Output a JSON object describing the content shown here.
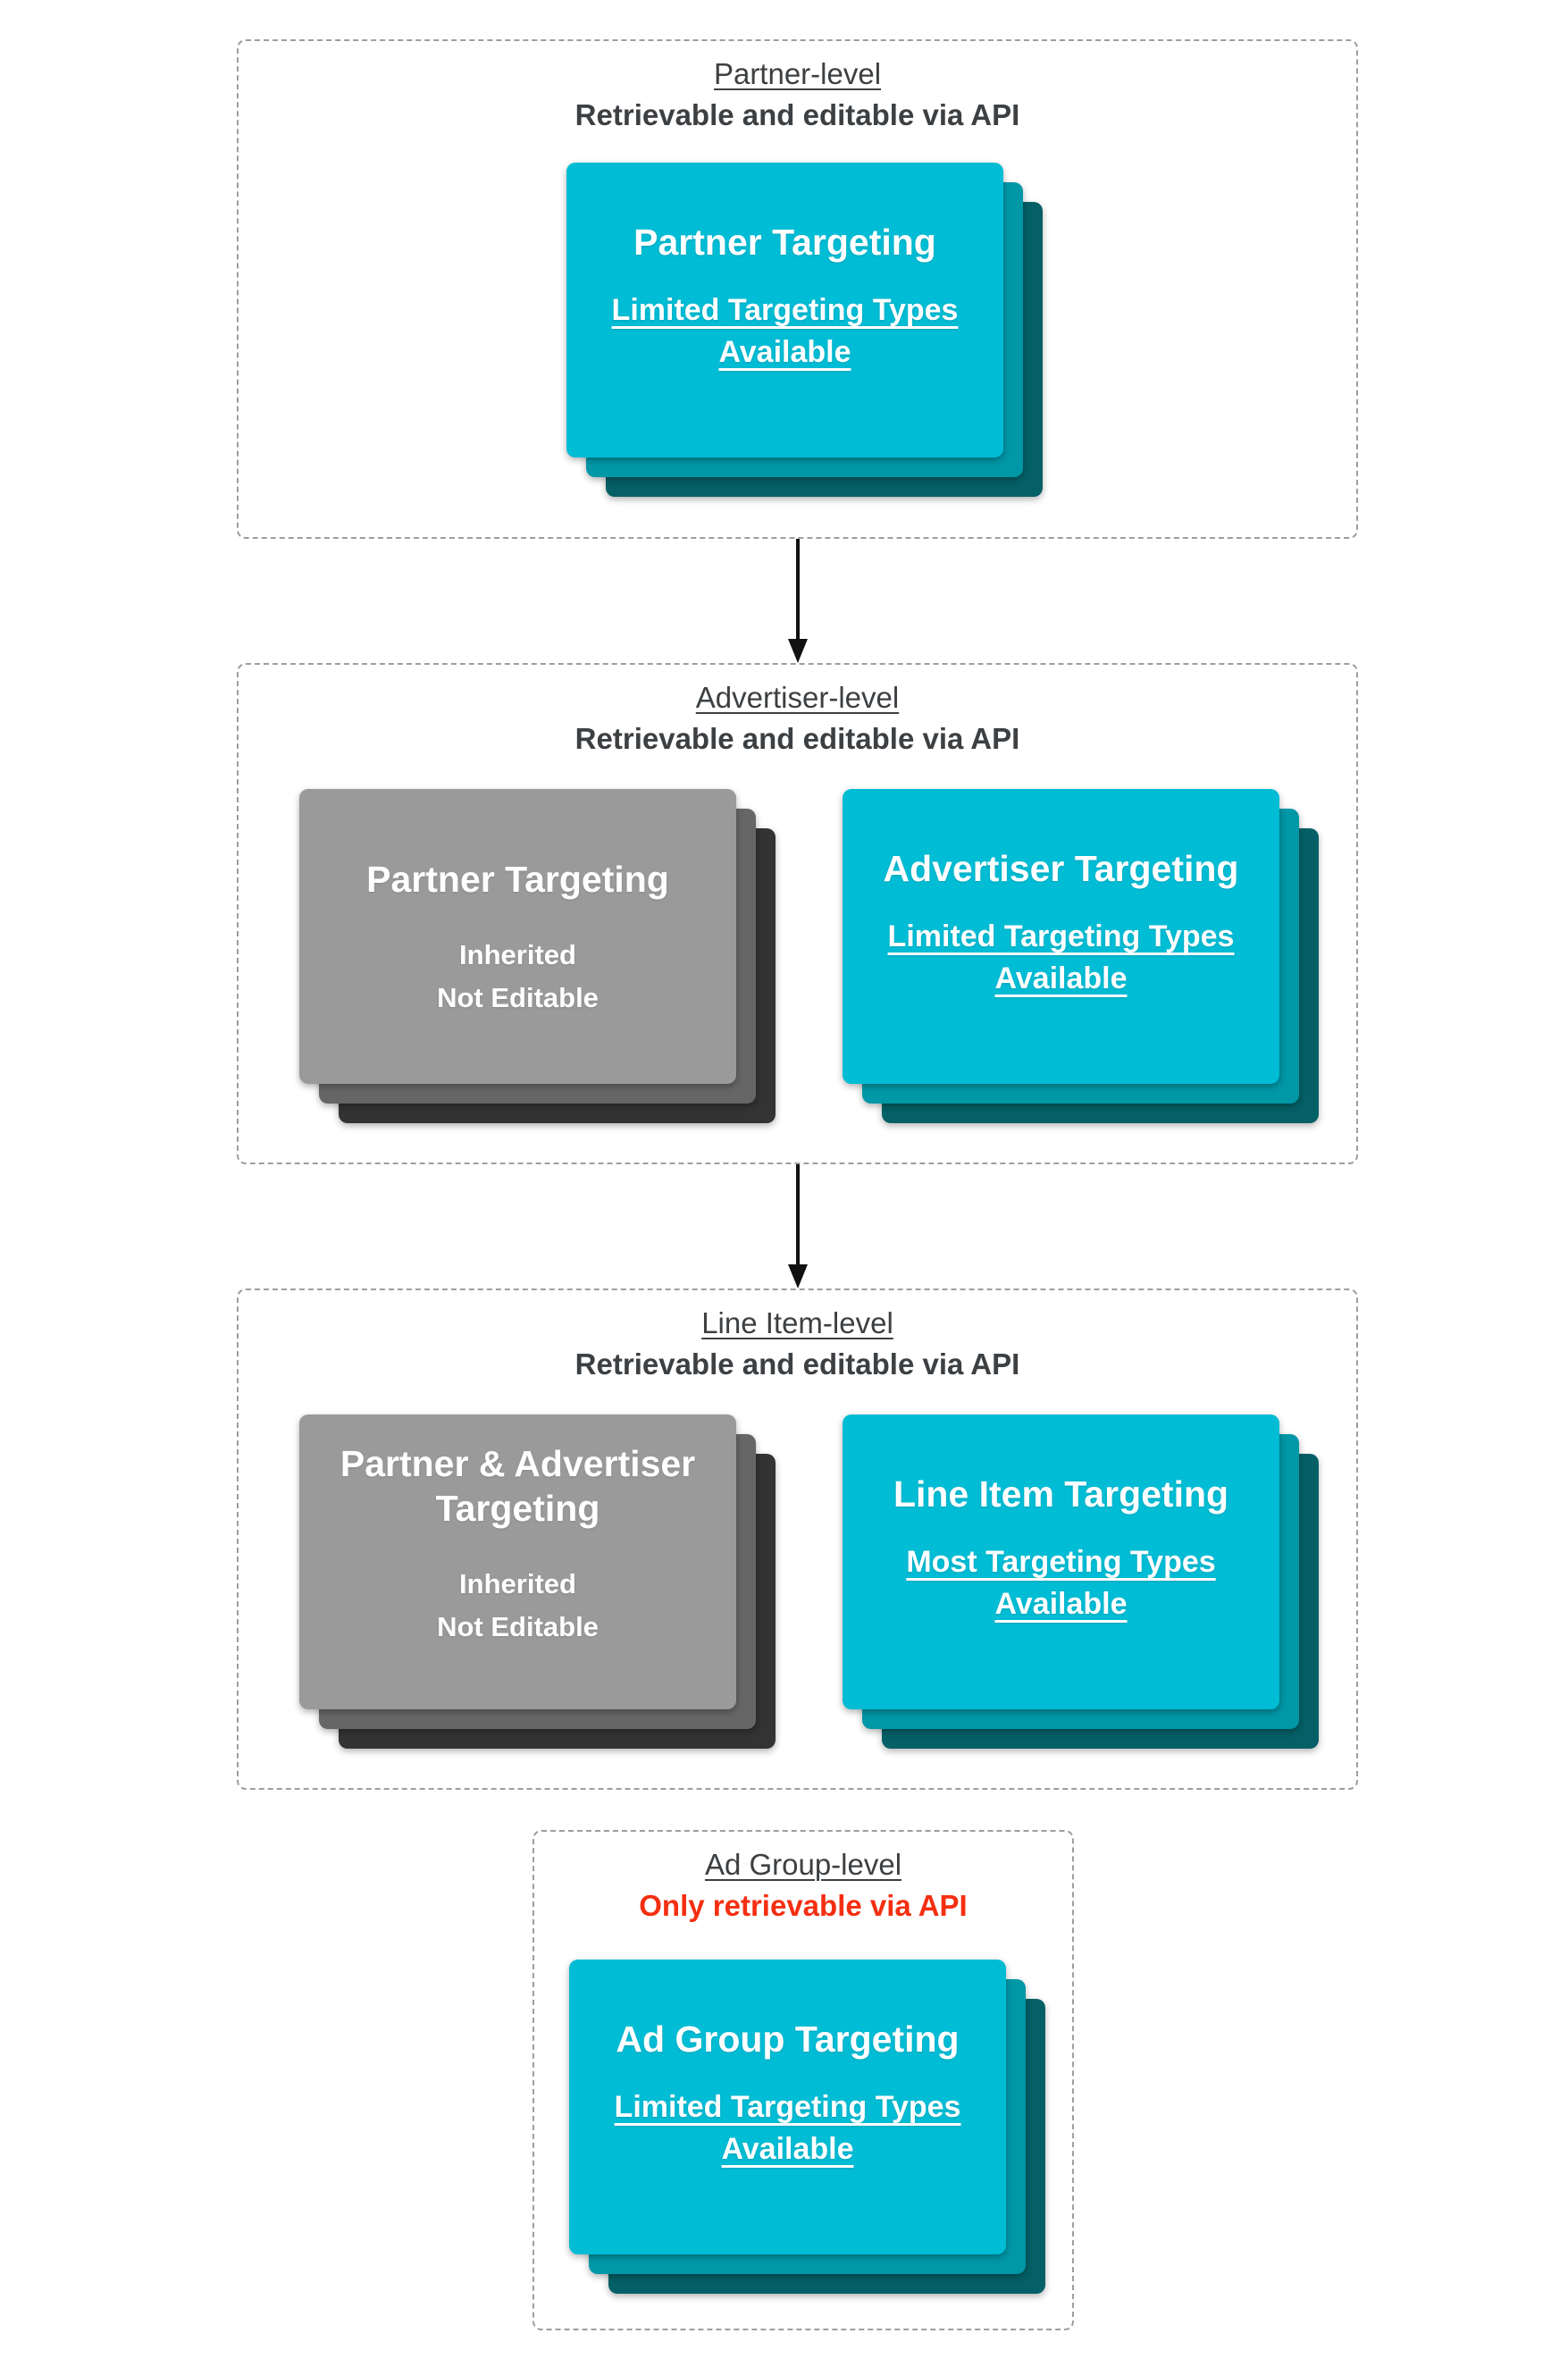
{
  "colors": {
    "card_cyan": "#00bcd4",
    "card_cyan_mid": "#0097a7",
    "card_cyan_dark": "#046066",
    "card_gray": "#9a9a9a",
    "card_gray_mid": "#666666",
    "card_gray_dark": "#333333",
    "header_text": "#3d4043",
    "alert_red": "#f42f11",
    "dashed_border": "#9e9e9e",
    "arrow": "#111111",
    "card_text": "#ffffff"
  },
  "sections": [
    {
      "id": "partner-level",
      "header": {
        "title": "Partner-level",
        "subtitle": "Retrievable and editable via API",
        "subtitle_style": "normal"
      },
      "cards": [
        {
          "variant": "cyan",
          "title": "Partner Targeting",
          "body_lines": [
            "Limited Targeting Types",
            "Available"
          ],
          "body_underlined": true
        }
      ]
    },
    {
      "id": "advertiser-level",
      "header": {
        "title": "Advertiser-level",
        "subtitle": "Retrievable and editable via API",
        "subtitle_style": "normal"
      },
      "cards": [
        {
          "variant": "gray",
          "title": "Partner Targeting",
          "body_lines": [
            "Inherited",
            "Not Editable"
          ],
          "body_underlined": false
        },
        {
          "variant": "cyan",
          "title": "Advertiser Targeting",
          "body_lines": [
            "Limited Targeting Types",
            "Available"
          ],
          "body_underlined": true
        }
      ]
    },
    {
      "id": "line-item-level",
      "header": {
        "title": "Line Item-level",
        "subtitle": "Retrievable and editable via API",
        "subtitle_style": "normal"
      },
      "cards": [
        {
          "variant": "gray",
          "title": "Partner & Advertiser Targeting",
          "body_lines": [
            "Inherited",
            "Not Editable"
          ],
          "body_underlined": false
        },
        {
          "variant": "cyan",
          "title": "Line Item Targeting",
          "body_lines": [
            "Most Targeting Types",
            "Available"
          ],
          "body_underlined": true
        }
      ]
    },
    {
      "id": "ad-group-level",
      "header": {
        "title": "Ad Group-level",
        "subtitle": "Only retrievable via API",
        "subtitle_style": "red"
      },
      "cards": [
        {
          "variant": "cyan",
          "title": "Ad Group Targeting",
          "body_lines": [
            "Limited Targeting Types",
            "Available"
          ],
          "body_underlined": true
        }
      ]
    }
  ],
  "arrows": [
    {
      "from": "partner-level",
      "to": "advertiser-level"
    },
    {
      "from": "advertiser-level",
      "to": "line-item-level"
    }
  ]
}
